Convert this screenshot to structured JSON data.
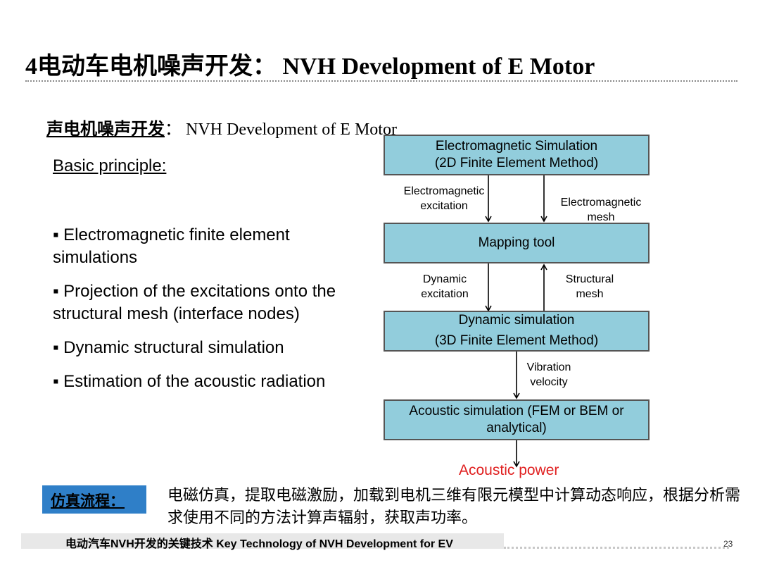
{
  "title": "4电动车电机噪声开发：  NVH Development of  E Motor",
  "subtitle": {
    "zh": "声电机噪声开发",
    "rest": "：  NVH  Development  of  E Motor"
  },
  "basic_principle": "Basic principle:",
  "bullets": [
    "▪ Electromagnetic finite element simulations",
    "▪ Projection of the excitations onto the structural mesh (interface nodes)",
    "▪ Dynamic structural simulation",
    "▪ Estimation of the acoustic radiation"
  ],
  "flow": {
    "boxes": [
      {
        "line1": "Electromagnetic Simulation",
        "line2": "(2D Finite Element Method)"
      },
      {
        "line1": "Mapping tool",
        "line2": ""
      },
      {
        "line1": "Dynamic simulation",
        "line2": "(3D Finite Element Method)"
      },
      {
        "line1": "Acoustic simulation (FEM or BEM or",
        "line2": "analytical)"
      }
    ],
    "labels": {
      "em_excitation_1": "Electromagnetic",
      "em_excitation_2": "excitation",
      "em_mesh_1": "Electromagnetic",
      "em_mesh_2": "mesh",
      "dyn_excitation_1": "Dynamic",
      "dyn_excitation_2": "excitation",
      "struct_mesh_1": "Structural",
      "struct_mesh_2": "mesh",
      "vib_vel_1": "Vibration",
      "vib_vel_2": "velocity"
    },
    "output": "Acoustic power",
    "output_color": "#e02020",
    "box_color": "#92cddc"
  },
  "process": {
    "badge": "仿真流程：",
    "text": "电磁仿真，提取电磁激励，加载到电机三维有限元模型中计算动态响应，根据分析需求使用不同的方法计算声辐射，获取声功率。",
    "badge_color": "#2f7fc8"
  },
  "footer": {
    "text": "电动汽车NVH开发的关键技术 Key Technology of NVH Development for EV",
    "page": "23"
  }
}
